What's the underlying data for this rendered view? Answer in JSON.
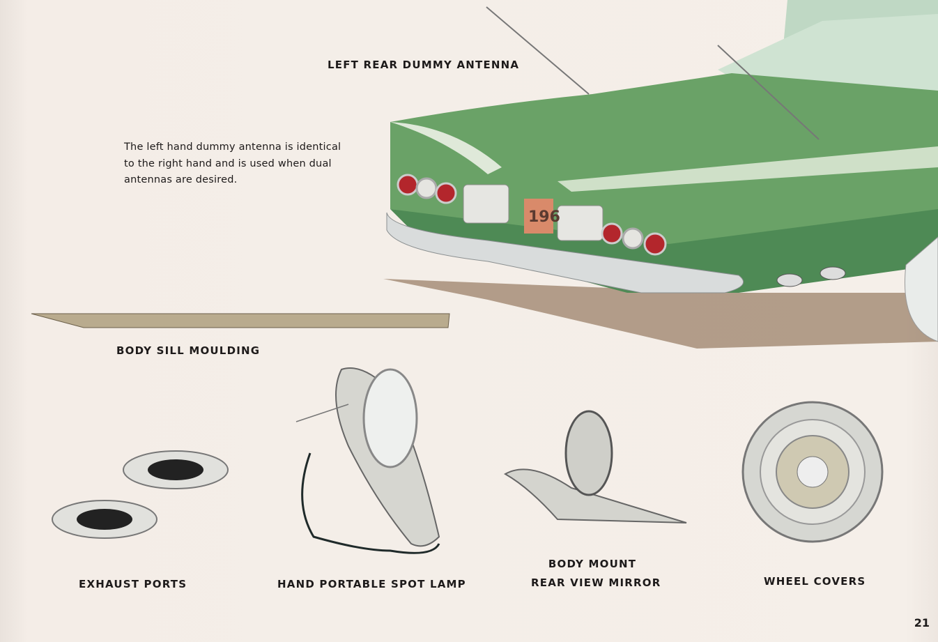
{
  "labels": {
    "antenna_title": "LEFT REAR DUMMY ANTENNA",
    "sill": "BODY SILL MOULDING",
    "exhaust": "EXHAUST PORTS",
    "spot_lamp": "HAND PORTABLE SPOT LAMP",
    "mirror_line1": "BODY MOUNT",
    "mirror_line2": "REAR VIEW MIRROR",
    "wheel": "WHEEL COVERS"
  },
  "description": [
    "The left hand dummy antenna is identical",
    "to the right hand and is used when dual",
    "antennas are desired."
  ],
  "page_number": "21",
  "illustration": {
    "license_plate": "196",
    "car_color": "#6aa267"
  }
}
